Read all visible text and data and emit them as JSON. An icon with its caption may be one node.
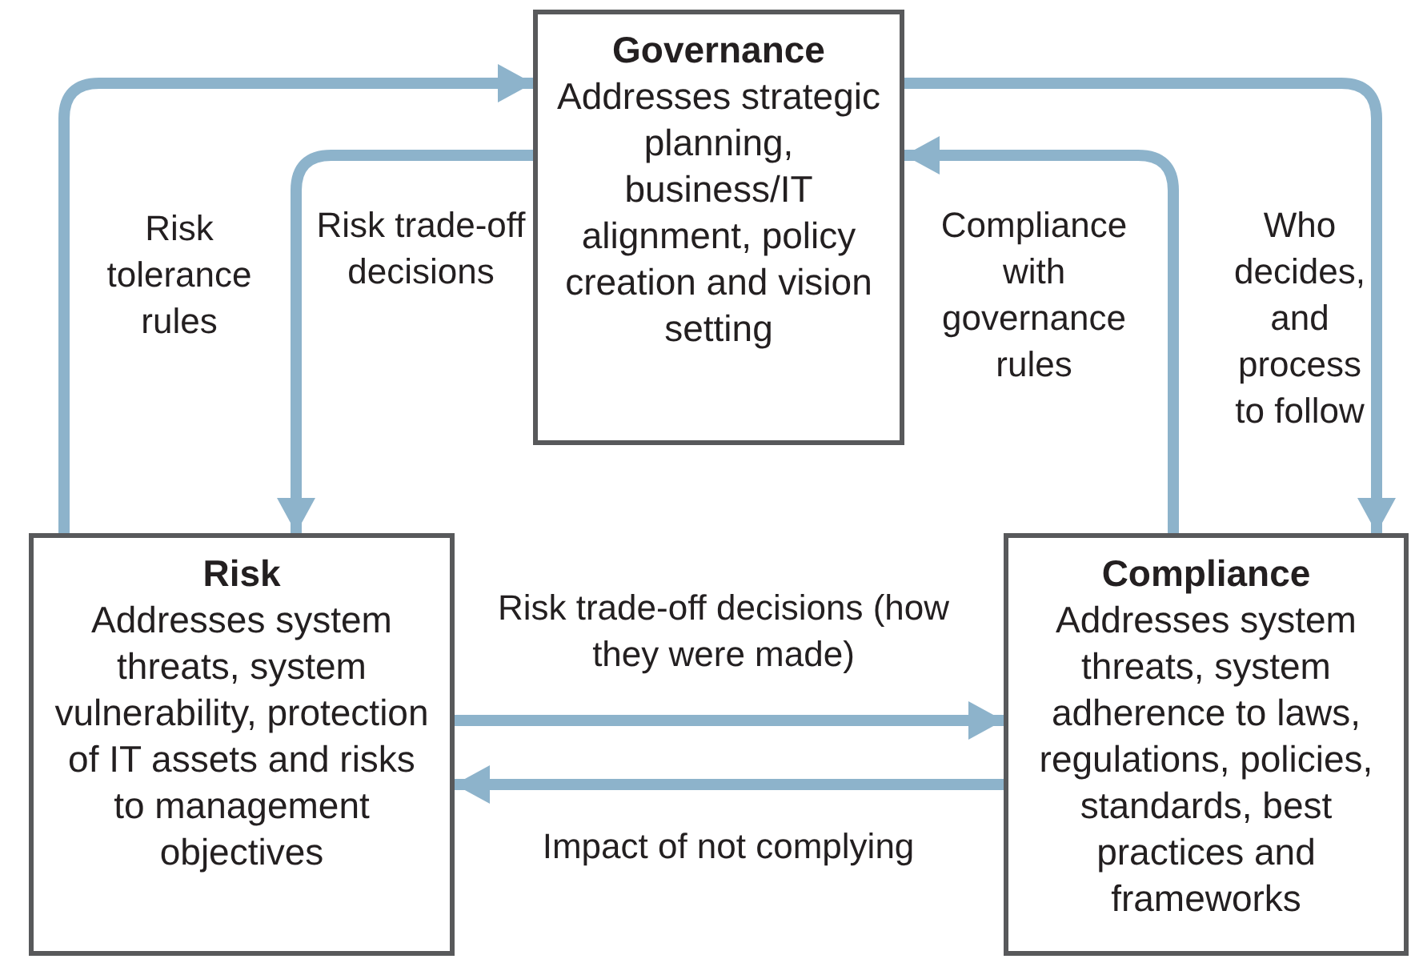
{
  "diagram": {
    "nodes": [
      {
        "text": [
          "Governance",
          "Addresses strategic planning, business/IT alignment, policy creation and vision setting"
        ]
      },
      {
        "text": [
          "Risk",
          "Addresses system threats, system vulnerability, protection of IT assets and risks to management objectives"
        ]
      },
      {
        "text": [
          "Compliance",
          "Addresses system threats, system adherence to laws, regulations, policies, standards, best practices and frameworks"
        ]
      }
    ],
    "edges": [
      {
        "from": 1,
        "to": 0,
        "arrow": "to",
        "label": "Risk tolerance rules"
      },
      {
        "from": 0,
        "to": 1,
        "arrow": "to",
        "label": "Risk trade-off decisions"
      },
      {
        "from": 2,
        "to": 0,
        "arrow": "to",
        "label": "Compliance with governance rules"
      },
      {
        "from": 0,
        "to": 2,
        "arrow": "to",
        "label": "Who decides, and process to follow"
      },
      {
        "from": 1,
        "to": 2,
        "arrow": "to",
        "label": "Risk trade-off decisions (how they were made)"
      },
      {
        "from": 2,
        "to": 1,
        "arrow": "to",
        "label": "Impact of not complying"
      }
    ]
  }
}
